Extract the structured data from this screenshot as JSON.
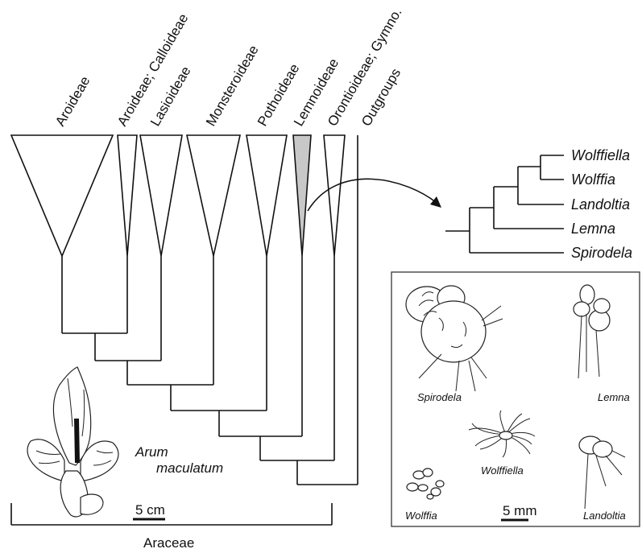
{
  "clades": [
    "Aroideae",
    "Aroideae; Calloideae",
    "Lasioideae",
    "Monsteroideae",
    "Pothoideae",
    "Lemnoideae",
    "Orontioideae; Gymno.",
    "Outgroups"
  ],
  "lemna_genera": [
    "Wolffiella",
    "Wolffia",
    "Landoltia",
    "Lemna",
    "Spirodela"
  ],
  "inset": {
    "spirodela": "Spirodela",
    "lemna": "Lemna",
    "wolffiella": "Wolffiella",
    "wolffia": "Wolffia",
    "landoltia": "Landoltia",
    "scale": "5 mm"
  },
  "arum": {
    "line1": "Arum",
    "line2": "maculatum",
    "scale": "5 cm"
  },
  "family": "Araceae",
  "colors": {
    "highlight": "#c8c8c8",
    "line": "#111111"
  }
}
